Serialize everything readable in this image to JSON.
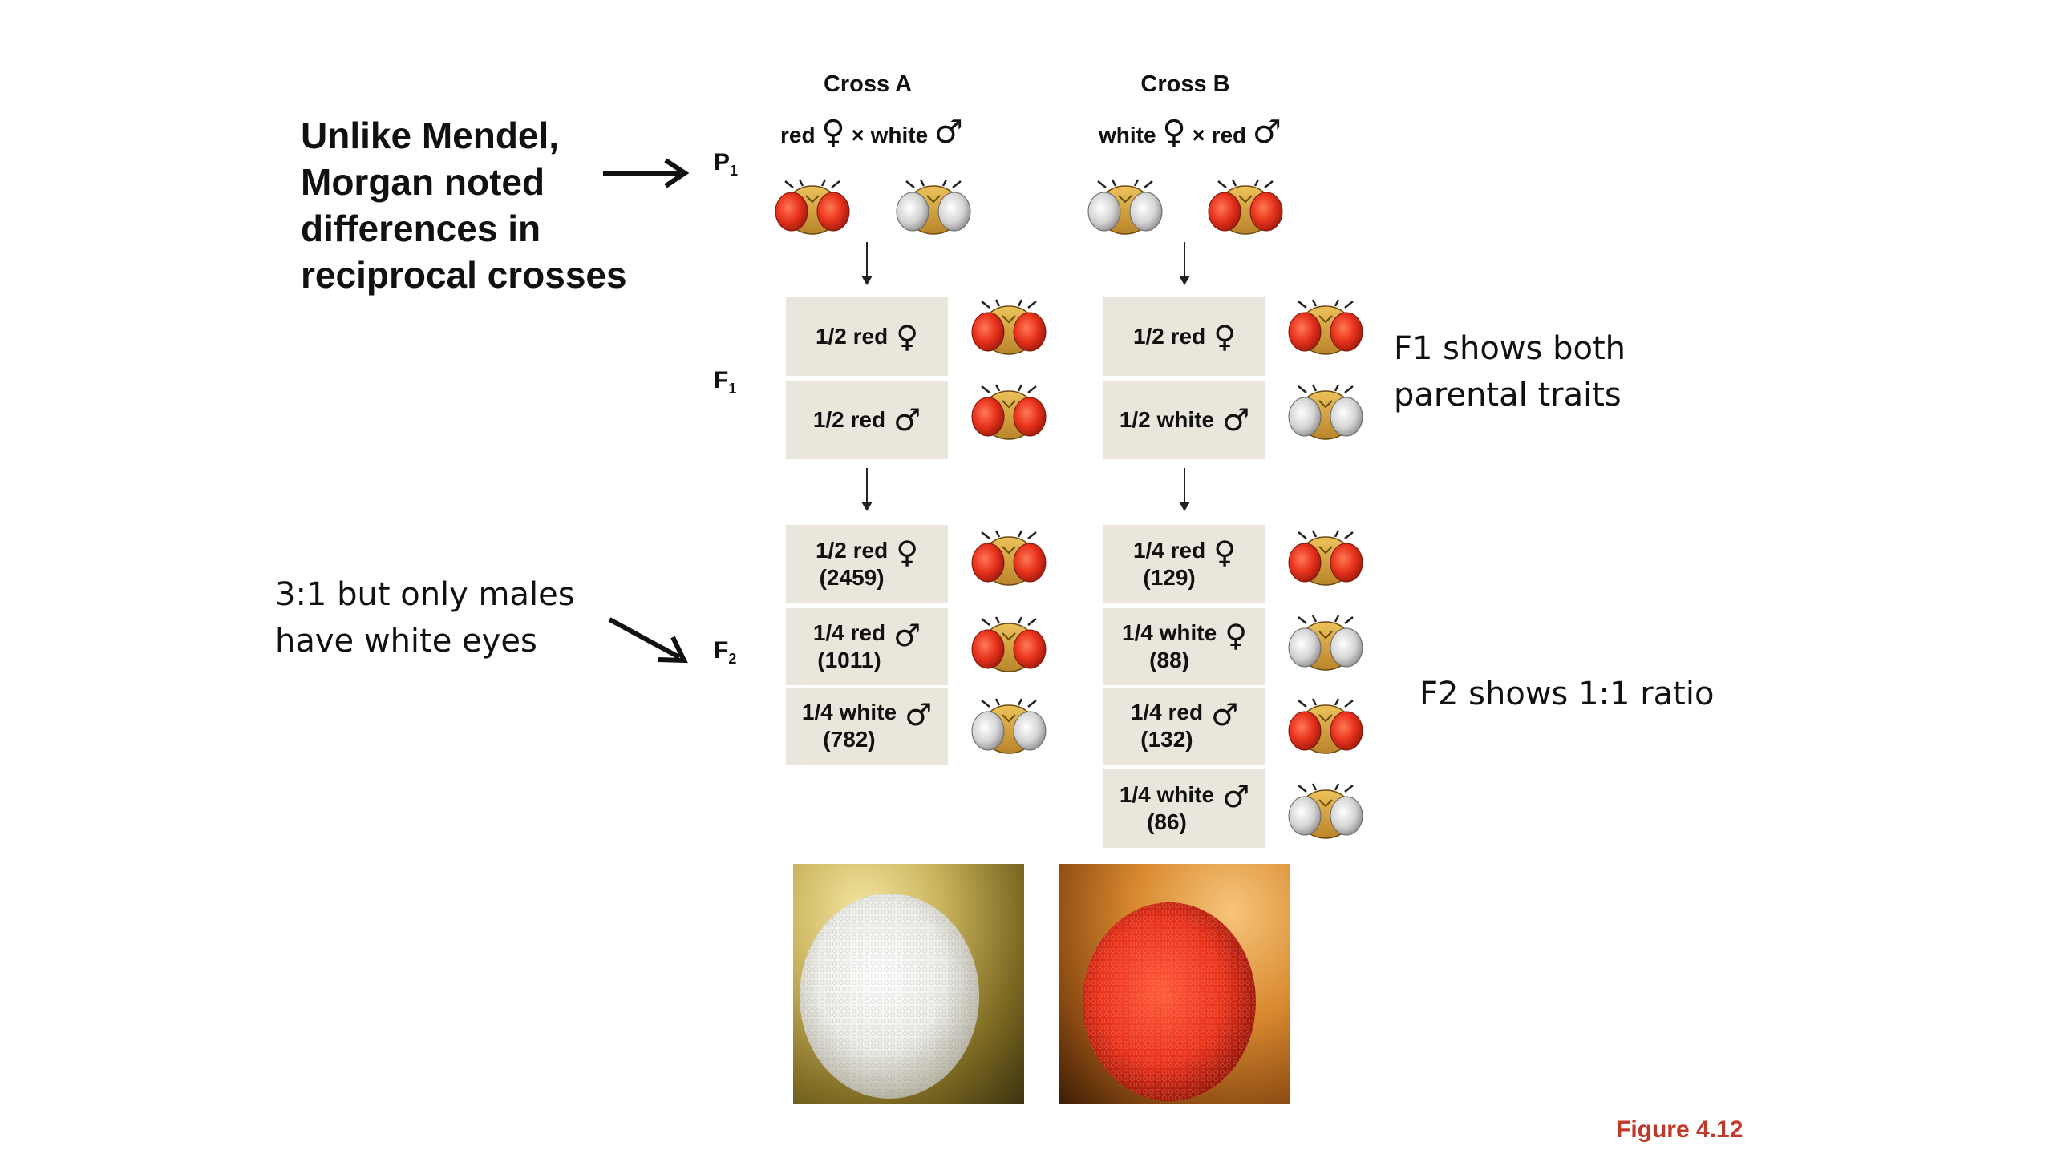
{
  "notes": {
    "morgan": [
      "Unlike Mendel,",
      "Morgan noted",
      "differences in",
      "reciprocal crosses"
    ],
    "f2_males": [
      "3:1 but only males",
      "have white eyes"
    ],
    "f1_both": [
      "F1 shows both",
      "parental traits"
    ],
    "f2_ratio": "F2 shows 1:1 ratio"
  },
  "symbols": {
    "female": "♀",
    "male": "♂",
    "times": "×"
  },
  "generations": {
    "p": "P",
    "p_sub": "1",
    "f1": "F",
    "f1_sub": "1",
    "f2": "F",
    "f2_sub": "2"
  },
  "cross_a": {
    "title": "Cross A",
    "parent_female": "red",
    "parent_male": "white",
    "f1": [
      {
        "line1": "1/2 red",
        "line2": ""
      },
      {
        "line1": "1/2 red",
        "line2": ""
      }
    ],
    "f2": [
      {
        "line1": "1/2 red",
        "line2": "(2459)"
      },
      {
        "line1": "1/4 red",
        "line2": "(1011)"
      },
      {
        "line1": "1/4 white",
        "line2": "(782)"
      }
    ]
  },
  "cross_b": {
    "title": "Cross B",
    "parent_female": "white",
    "parent_male": "red",
    "f1": [
      {
        "line1": "1/2 red",
        "line2": ""
      },
      {
        "line1": "1/2 white",
        "line2": ""
      }
    ],
    "f2": [
      {
        "line1": "1/4 red",
        "line2": "(129)"
      },
      {
        "line1": "1/4 white",
        "line2": "(88)"
      },
      {
        "line1": "1/4 red",
        "line2": "(132)"
      },
      {
        "line1": "1/4 white",
        "line2": "(86)"
      }
    ]
  },
  "figure_label": "Figure 4.12",
  "colors": {
    "red_eye": "#e8321c",
    "white_eye": "#d4d4d4",
    "fly_head": "#d9a53a",
    "cell_bg": "#ebe6dc",
    "figure_label": "#c0392b"
  }
}
